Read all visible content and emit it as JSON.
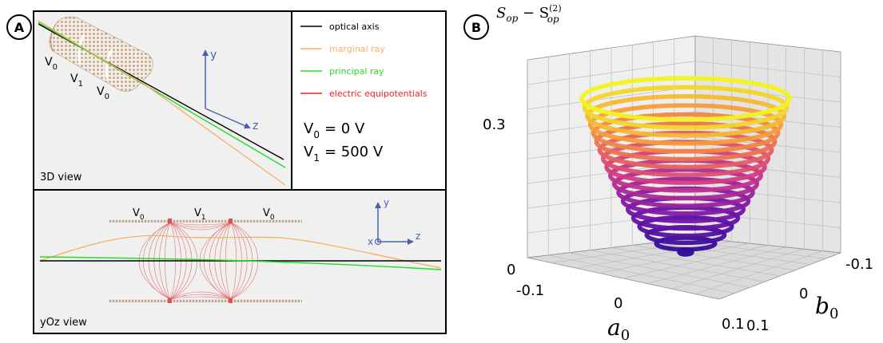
{
  "panel_a": {
    "badge": "A",
    "view3d_label": "3D view",
    "view2d_label": "yOz view",
    "electrodes_3d": {
      "v0_left": "V",
      "v0_left_sub": "0",
      "v1": "V",
      "v1_sub": "1",
      "v0_right": "V",
      "v0_right_sub": "0"
    },
    "axes_3d": {
      "y": "y",
      "z": "z"
    },
    "legend": [
      {
        "label": "optical axis",
        "color": "#000000"
      },
      {
        "label": "marginal ray",
        "color": "#f5b065"
      },
      {
        "label": "principal ray",
        "color": "#22dd22"
      },
      {
        "label": "electric equipotentials",
        "color": "#ee2222"
      }
    ],
    "voltages": [
      {
        "name": "V",
        "sub": "0",
        "value": "= 0 V"
      },
      {
        "name": "V",
        "sub": "1",
        "value": "= 500 V"
      }
    ],
    "electrodes_2d": {
      "v0_left": "V",
      "v0_left_sub": "0",
      "v1": "V",
      "v1_sub": "1",
      "v0_right": "V",
      "v0_right_sub": "0"
    },
    "axes_2d": {
      "y": "y",
      "x": "x",
      "z": "z"
    }
  },
  "panel_b": {
    "badge": "B",
    "zlabel": "S",
    "zlabel_sub": "op",
    "zlabel_minus": " − S",
    "zlabel_sup": "(2)",
    "zlabel_sub2": "op",
    "z_ticks": [
      "0.3",
      "0"
    ],
    "a_ticks": [
      "-0.1",
      "0",
      "0.1"
    ],
    "b_ticks": [
      "0.1",
      "0",
      "-0.1"
    ],
    "a_label": "a",
    "a_label_sub": "0",
    "b_label": "b",
    "b_label_sub": "0"
  },
  "colors": {
    "frame": "#000000",
    "axis_blue": "#4b5fb0",
    "panel_bg": "#f0f0f0",
    "electrode": "#c9a98a",
    "equipotential": "#dd4444",
    "ring_low": "#3a0ca3",
    "ring_high": "#f2f21f"
  }
}
